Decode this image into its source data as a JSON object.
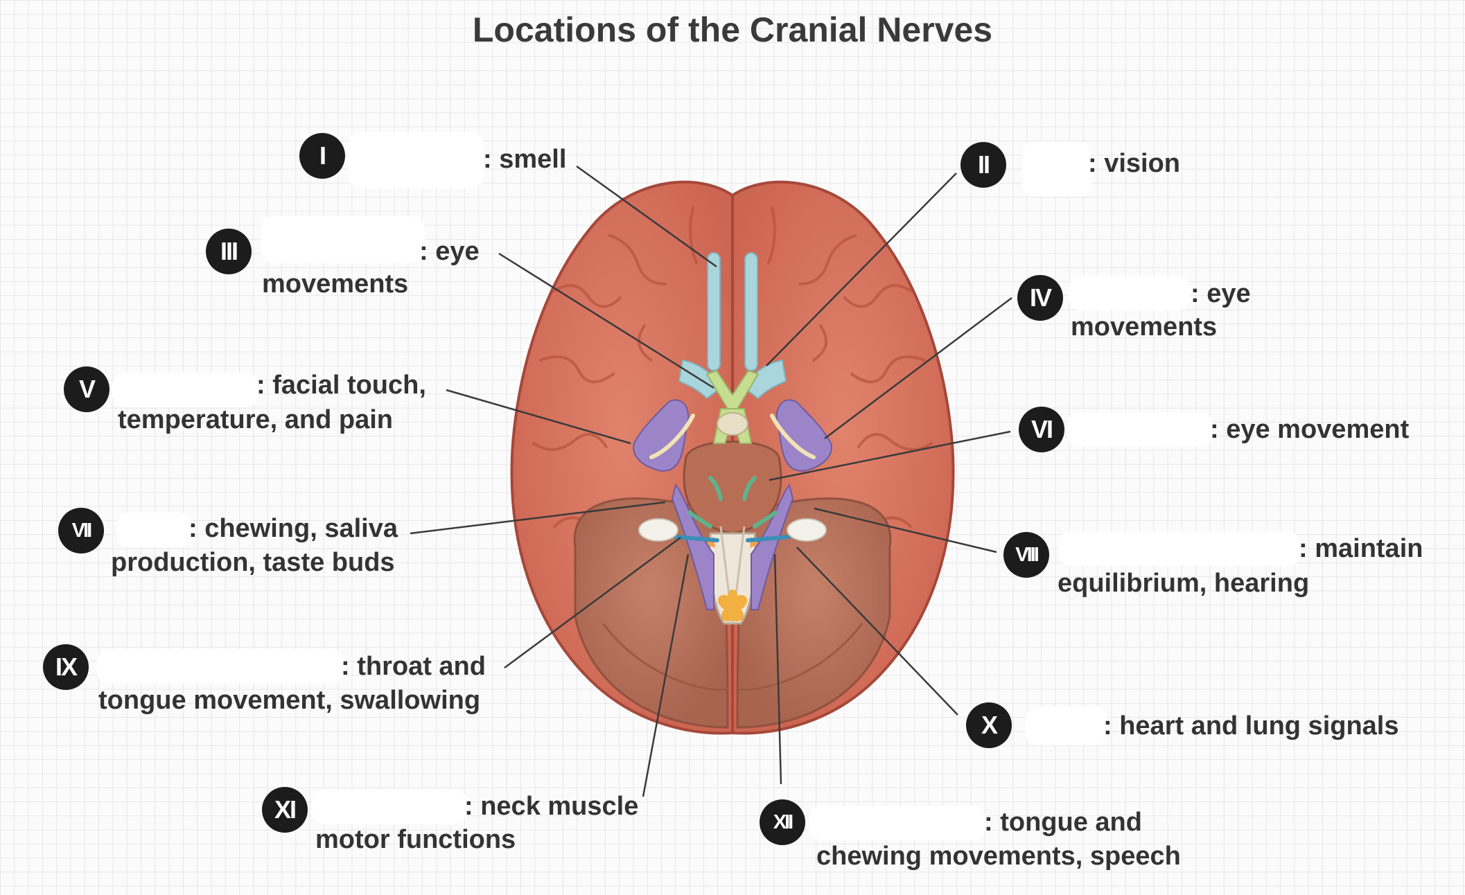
{
  "title": "Locations of the Cranial Nerves",
  "nerves": [
    {
      "numeral": "I",
      "line1": ": smell",
      "line2": ""
    },
    {
      "numeral": "II",
      "line1": ": vision",
      "line2": ""
    },
    {
      "numeral": "III",
      "line1": ": eye",
      "line2": "movements"
    },
    {
      "numeral": "IV",
      "line1": ": eye",
      "line2": "movements"
    },
    {
      "numeral": "V",
      "line1": ": facial touch,",
      "line2": "temperature, and pain"
    },
    {
      "numeral": "VI",
      "line1": ": eye movement",
      "line2": ""
    },
    {
      "numeral": "VII",
      "line1": ": chewing, saliva",
      "line2": "production, taste buds"
    },
    {
      "numeral": "VIII",
      "line1": ": maintain",
      "line2": "equilibrium, hearing"
    },
    {
      "numeral": "IX",
      "line1": ": throat and",
      "line2": "tongue movement, swallowing"
    },
    {
      "numeral": "X",
      "line1": ": heart and lung signals",
      "line2": ""
    },
    {
      "numeral": "XI",
      "line1": ": neck muscle",
      "line2": "motor functions"
    },
    {
      "numeral": "XII",
      "line1": ": tongue and",
      "line2": "chewing movements, speech"
    }
  ],
  "colors": {
    "cerebrum": "#d9755f",
    "cerebrum_outline": "#a5483a",
    "cerebellum": "#b8755a",
    "olfactory": "#a9d5dd",
    "optic": "#c6dd92",
    "trigeminal": "#9b84c7",
    "brainstem": "#b86e55",
    "badge": "#1c1c1c",
    "leader_line": "#3a3a3a"
  }
}
